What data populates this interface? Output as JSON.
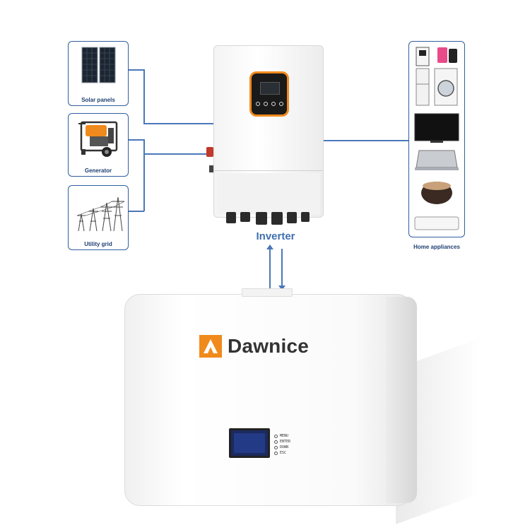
{
  "sources": [
    {
      "label": "Solar panels",
      "icon": "solar-panel-icon"
    },
    {
      "label": "Generator",
      "icon": "generator-icon"
    },
    {
      "label": "Utility grid",
      "icon": "power-tower-icon"
    }
  ],
  "inverter": {
    "label": "Inverter"
  },
  "loads": {
    "label": "Home appliances",
    "icon": "appliances-icon"
  },
  "battery": {
    "brand": "Dawnice",
    "buttons": [
      "MENU",
      "ENTER",
      "DOWN",
      "ESC"
    ]
  },
  "colors": {
    "line": "#4a78b8",
    "card_border": "#2f5f9e",
    "label": "#1f3f73",
    "accent": "#f08a1c"
  }
}
